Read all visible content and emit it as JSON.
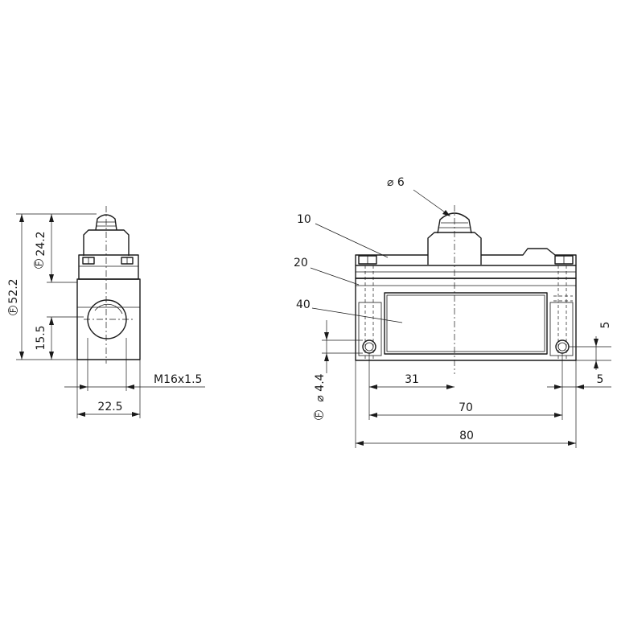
{
  "side_view": {
    "dim_height_total": "52.2",
    "dim_height_plunger": "24.2",
    "dim_height_conduit": "15.5",
    "dim_width": "22.5",
    "thread_label": "M16x1.5"
  },
  "front_view": {
    "plunger_diameter": "⌀ 6",
    "callout_10": "10",
    "callout_20": "20",
    "callout_40": "40",
    "hole_diameter": "⌀ 4.4",
    "dim_hole_vertical": "5",
    "dim_hole_edge": "5",
    "dim_center": "31",
    "dim_hole_spacing": "70",
    "dim_overall": "80"
  },
  "symbols": {
    "f_mark": "F"
  }
}
